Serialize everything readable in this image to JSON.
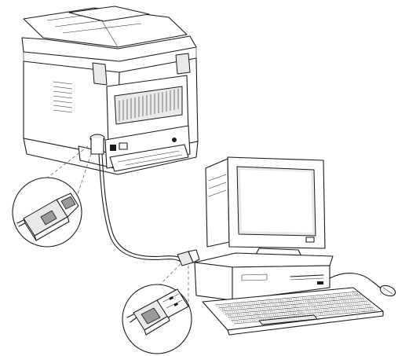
{
  "figure": {
    "alt_components": [
      "printer",
      "computer-monitor",
      "computer-case",
      "keyboard",
      "mouse",
      "usb-b-connector",
      "usb-a-connector",
      "usb-cable"
    ]
  }
}
